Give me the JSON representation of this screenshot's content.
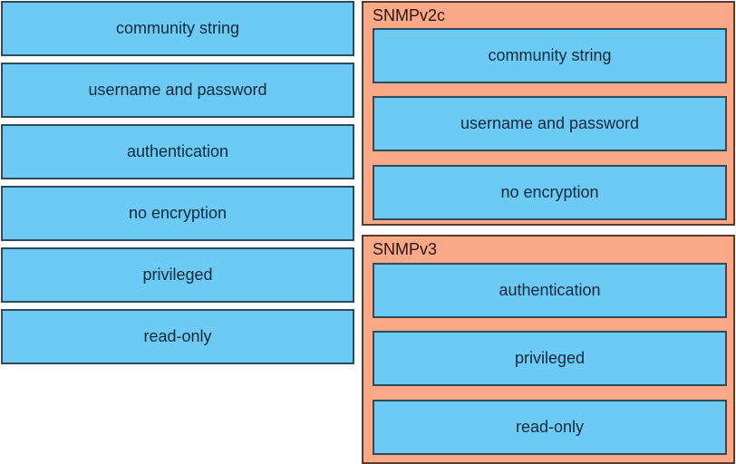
{
  "source_items": [
    {
      "label": "community string"
    },
    {
      "label": "username and password"
    },
    {
      "label": "authentication"
    },
    {
      "label": "no encryption"
    },
    {
      "label": "privileged"
    },
    {
      "label": "read-only"
    }
  ],
  "targets": [
    {
      "title": "SNMPv2c",
      "items": [
        {
          "label": "community string"
        },
        {
          "label": "username and password"
        },
        {
          "label": "no encryption"
        }
      ]
    },
    {
      "title": "SNMPv3",
      "items": [
        {
          "label": "authentication"
        },
        {
          "label": "privileged"
        },
        {
          "label": "read-only"
        }
      ]
    }
  ],
  "colors": {
    "item_fill": "#6ccaf5",
    "group_fill": "#f9a987"
  }
}
